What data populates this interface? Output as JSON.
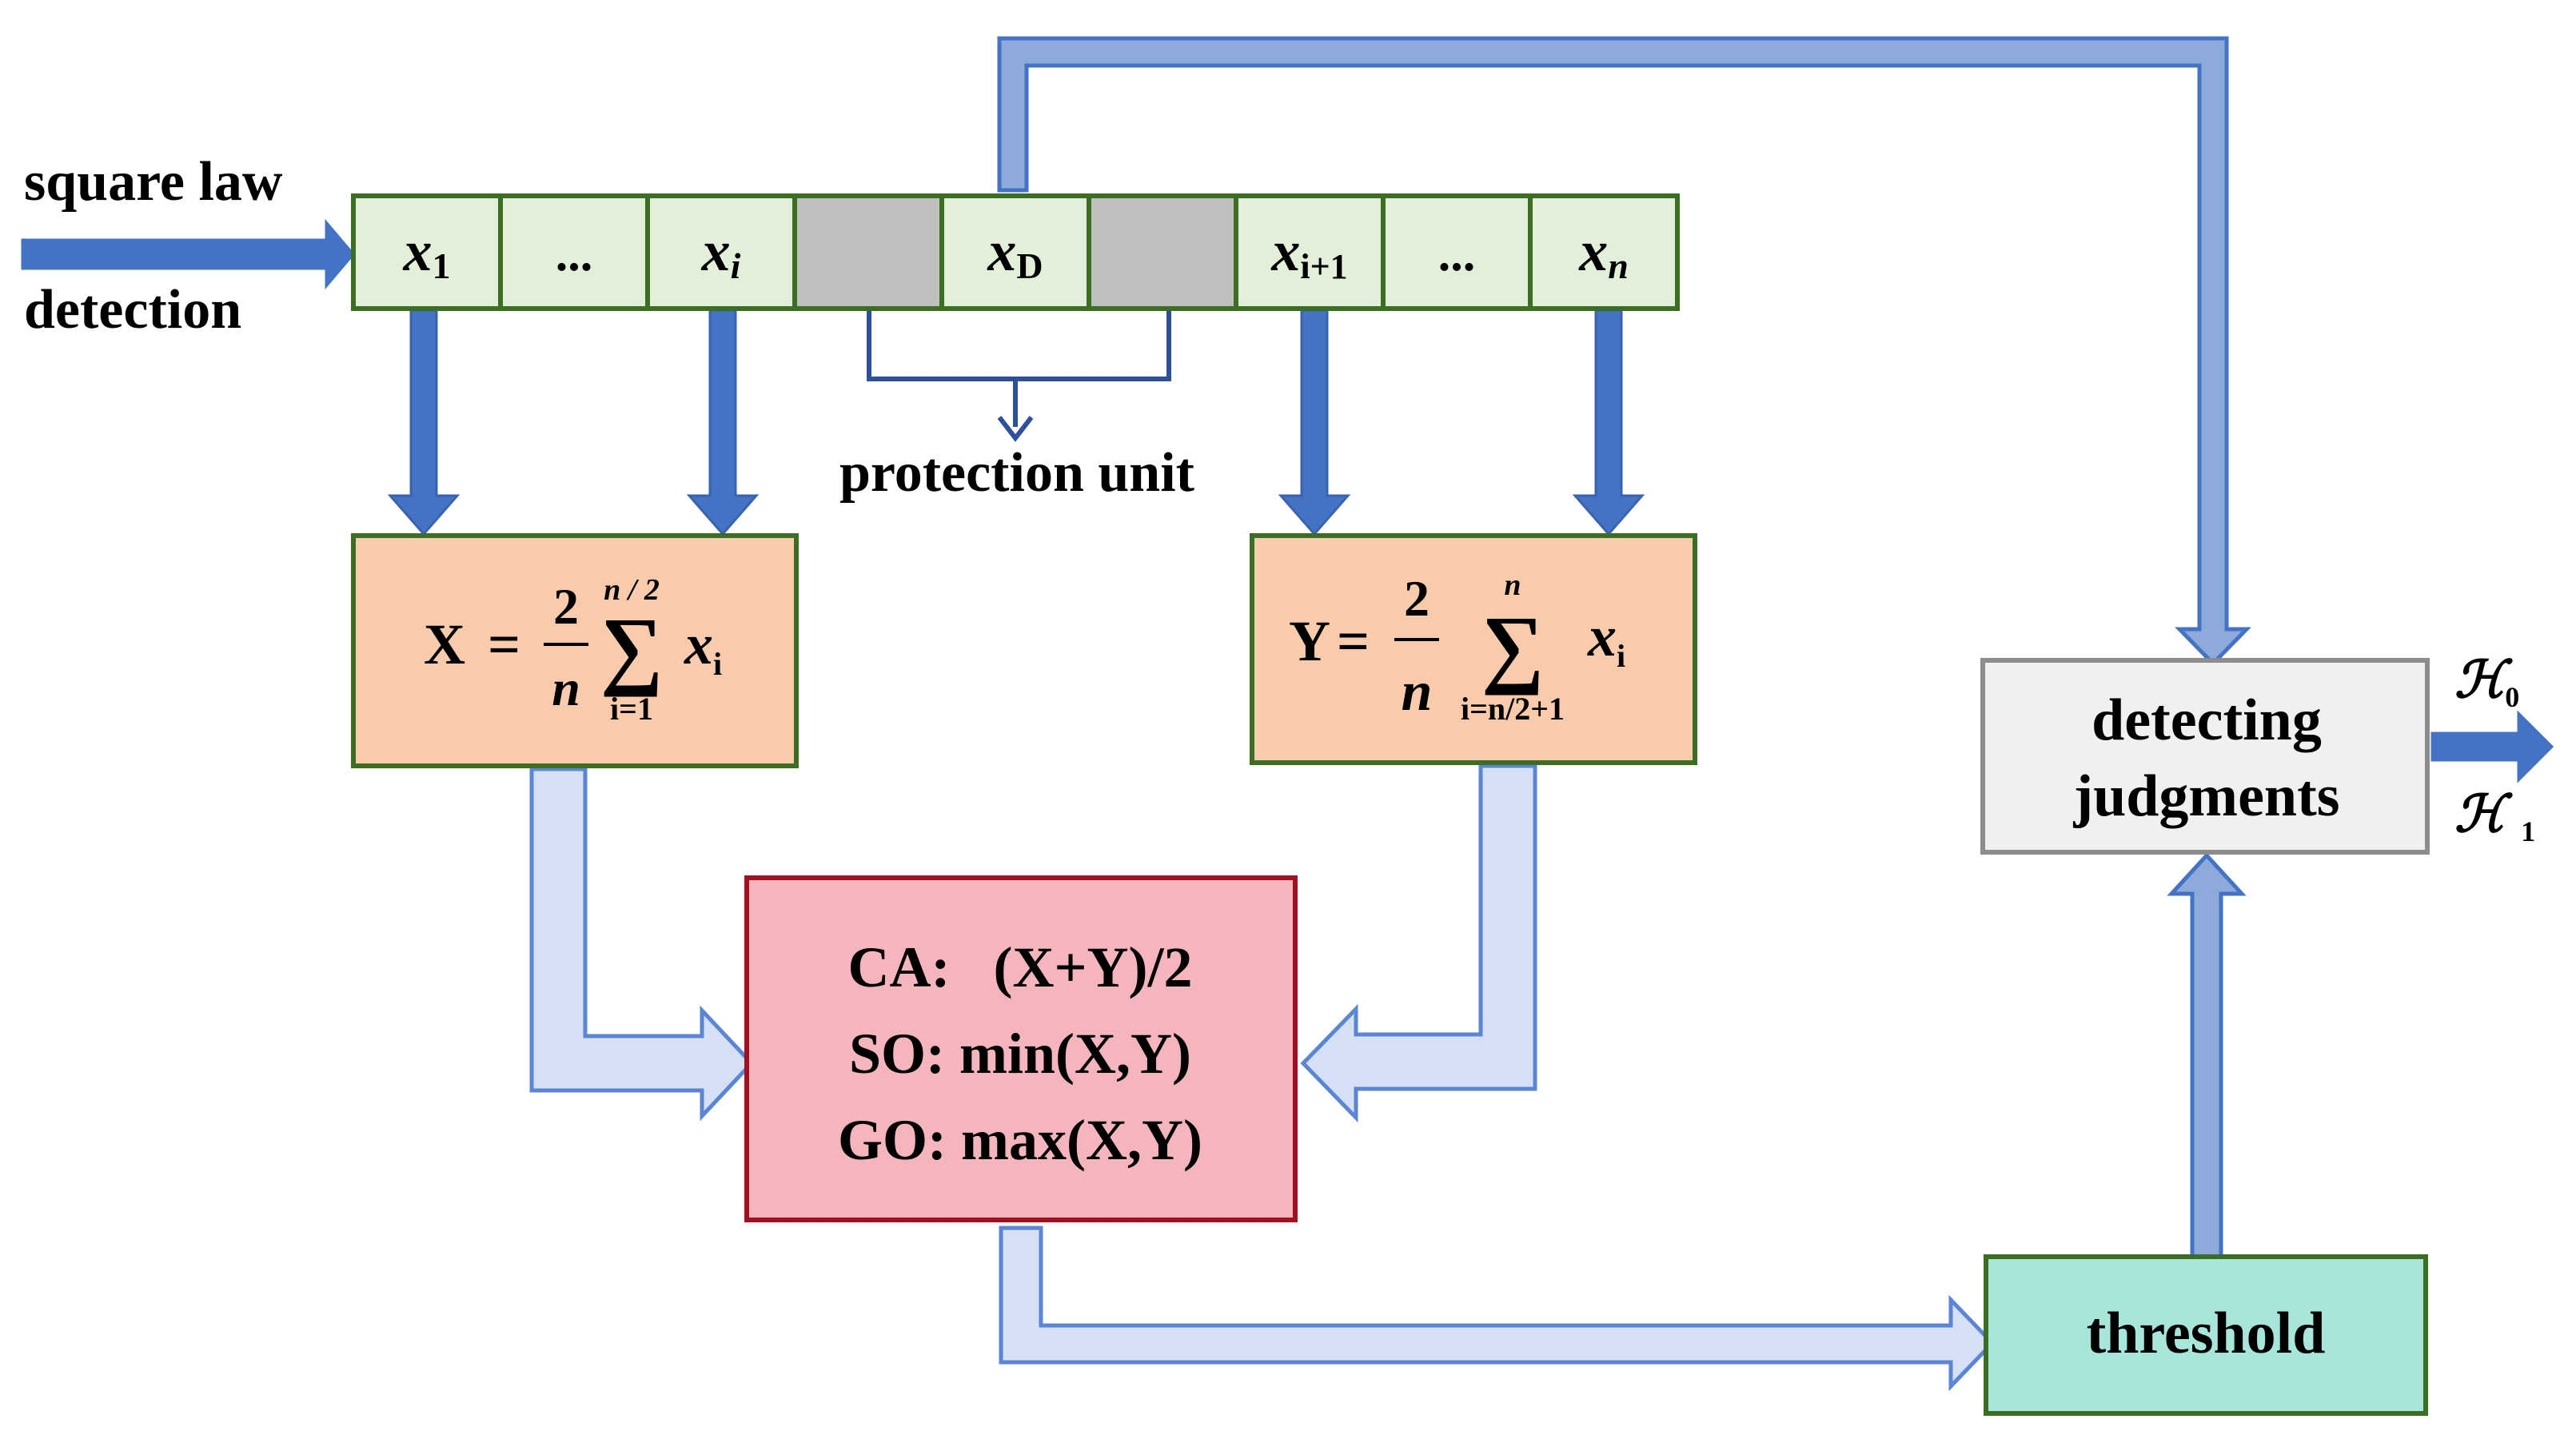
{
  "colors": {
    "cell_fill": "#e2f0d9",
    "cell_border": "#3b6e22",
    "guard_fill": "#bfbfbf",
    "sum_fill": "#f8cbad",
    "cfar_fill": "#f4b6bc",
    "cfar_border": "#a0101e",
    "detect_fill": "#f0f0f0",
    "detect_border": "#8c8c8c",
    "threshold_fill": "#a8e6dc",
    "arrow_dark": "#4472c4",
    "arrow_light_fill": "#d6e0f5",
    "arrow_light_border": "#5b86d6",
    "arrow_mid_fill": "#8eaadb"
  },
  "input": {
    "line1": "square law",
    "line2": "detection"
  },
  "cells": {
    "x1": {
      "base": "x",
      "sub": "1"
    },
    "dots1": "...",
    "xi": {
      "base": "x",
      "sub": "i"
    },
    "xd": {
      "base": "x",
      "sub": "D"
    },
    "xi1": {
      "base": "x",
      "sub": "i+1"
    },
    "dots2": "...",
    "xn": {
      "base": "x",
      "sub": "n"
    }
  },
  "protection_label": "protection unit",
  "sum_x": {
    "lhs": "X",
    "eq": "=",
    "num": "2",
    "den": "n",
    "upper": "n / 2",
    "lower": "i=1",
    "sigma": "∑",
    "term": "x",
    "term_sub": "i"
  },
  "sum_y": {
    "lhs": "Y",
    "eq": "=",
    "num": "2",
    "den": "n",
    "upper": "n",
    "lower": "i=n/2+1",
    "sigma": "∑",
    "term": "x",
    "term_sub": "i"
  },
  "cfar": {
    "line1": "CA:   (X+Y)/2",
    "line2": "SO: min(X,Y)",
    "line3": "GO: max(X,Y)"
  },
  "detect": {
    "line1": "detecting",
    "line2": "judgments"
  },
  "threshold": "threshold",
  "hyp0": {
    "base": "ℋ",
    "sub": "0"
  },
  "hyp1": {
    "base": "ℋ",
    "sub": "1"
  }
}
